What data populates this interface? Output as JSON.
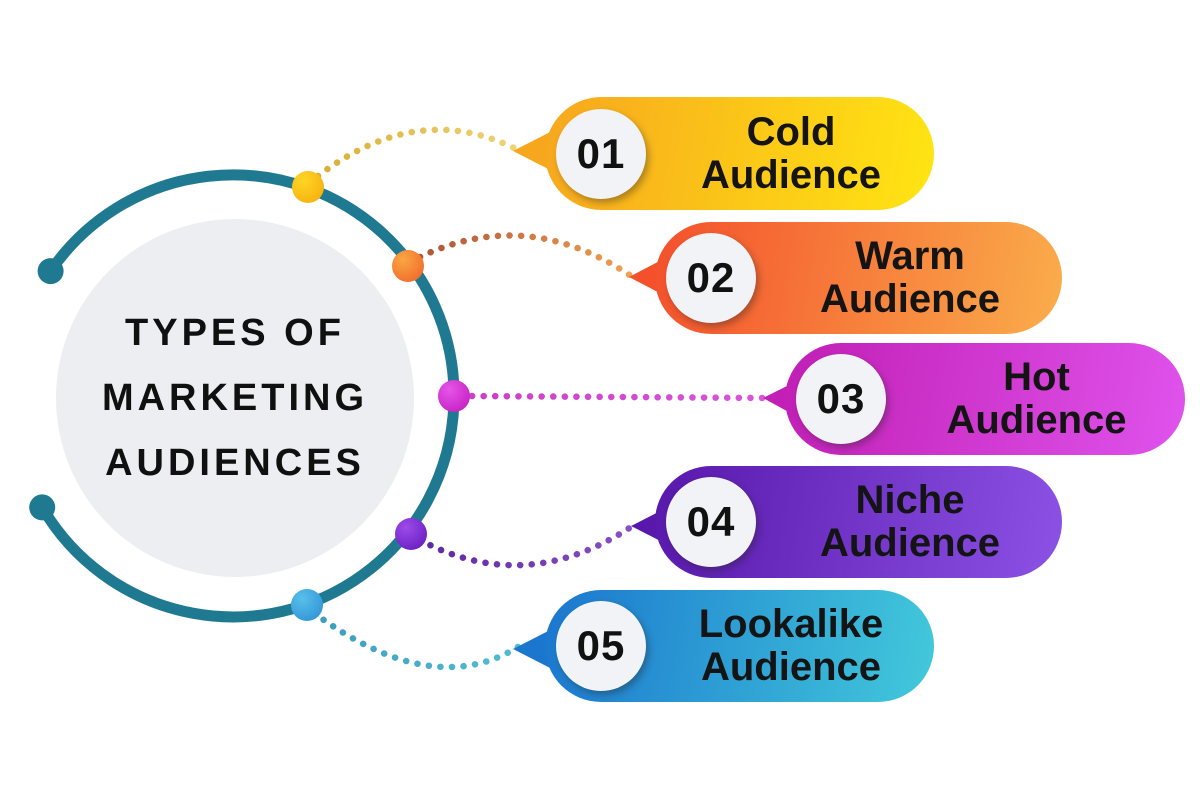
{
  "title": {
    "line1": "TYPES OF",
    "line2": "MARKETING",
    "line3": "AUDIENCES"
  },
  "theme": {
    "background": "#FFFFFF",
    "ring_color": "#1F7990",
    "hub_fill": "#EDEEF2",
    "title_color": "#101010",
    "label_color": "#141414",
    "badge_fill": "#F2F3F6",
    "number_color": "#111111"
  },
  "items": [
    {
      "number": "01",
      "label_line1": "Cold",
      "label_line2": "Audience",
      "pill_from": "#F7A71E",
      "pill_to": "#FFE512",
      "dot_from": "#FFD525",
      "dot_to": "#F6AE0E",
      "connector_from": "#D9AE35",
      "connector_to": "#EED377"
    },
    {
      "number": "02",
      "label_line1": "Warm",
      "label_line2": "Audience",
      "pill_from": "#F4502C",
      "pill_to": "#FAAD4B",
      "dot_from": "#FAA643",
      "dot_to": "#F1662A",
      "connector_from": "#AE5538",
      "connector_to": "#F0A151"
    },
    {
      "number": "03",
      "label_line1": "Hot",
      "label_line2": "Audience",
      "pill_from": "#C11FB5",
      "pill_to": "#DF53EC",
      "dot_from": "#E655E8",
      "dot_to": "#C21EC0",
      "connector_from": "#CC3FC8",
      "connector_to": "#DA55DC"
    },
    {
      "number": "04",
      "label_line1": "Niche",
      "label_line2": "Audience",
      "pill_from": "#5818AB",
      "pill_to": "#8C52E5",
      "dot_from": "#9D4BEA",
      "dot_to": "#661BBE",
      "connector_from": "#5F28A4",
      "connector_to": "#8951C4"
    },
    {
      "number": "05",
      "label_line1": "Lookalike",
      "label_line2": "Audience",
      "pill_from": "#1B77CE",
      "pill_to": "#42C9DB",
      "dot_from": "#58BFEA",
      "dot_to": "#2F92D6",
      "connector_from": "#3C9CBE",
      "connector_to": "#52BCD4"
    }
  ]
}
